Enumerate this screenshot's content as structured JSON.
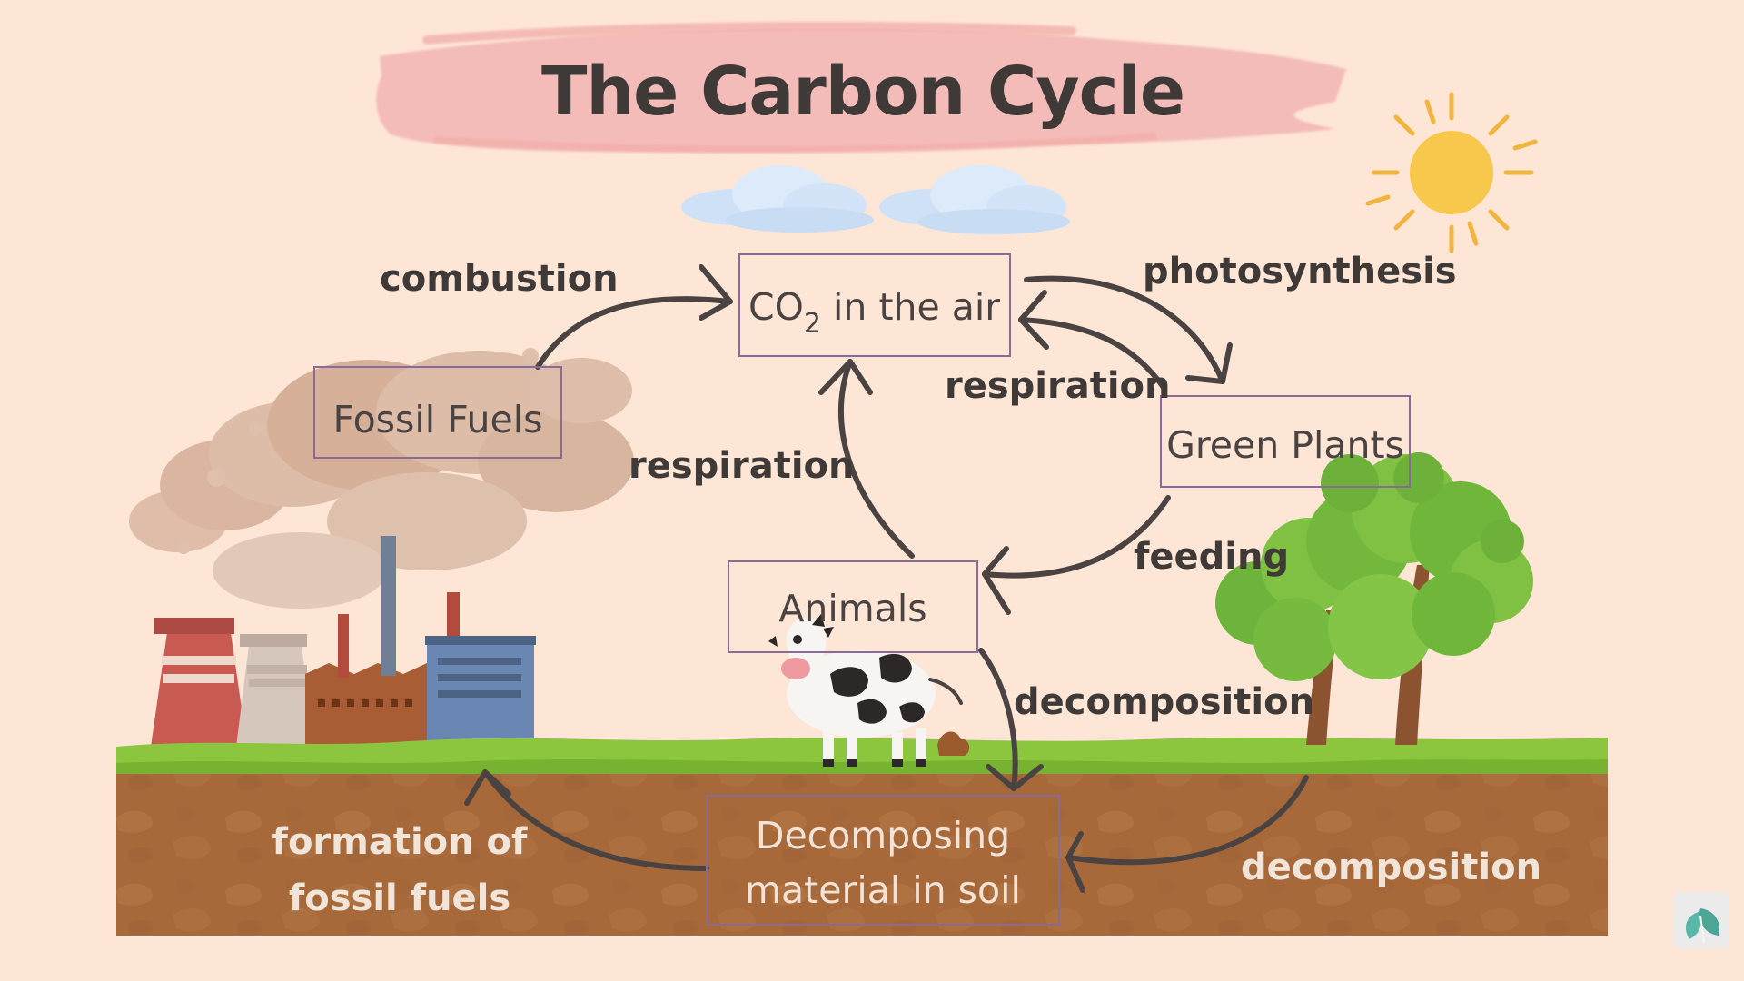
{
  "diagram": {
    "title": "The Carbon Cycle",
    "nodes": {
      "co2": {
        "prefix": "CO",
        "subscript": "2",
        "suffix": " in the air"
      },
      "fossil_fuels": {
        "label": "Fossil Fuels"
      },
      "green_plants": {
        "label": "Green Plants"
      },
      "animals": {
        "label": "Animals"
      },
      "soil_material": {
        "line1": "Decomposing",
        "line2": "material in soil"
      }
    },
    "edges": {
      "combustion": "combustion",
      "photosynthesis": "photosynthesis",
      "respiration_plants": "respiration",
      "respiration_animals": "respiration",
      "feeding": "feeding",
      "decomposition_animals": "decomposition",
      "decomposition_plants": "decomposition",
      "formation_line1": "formation of",
      "formation_line2": "fossil fuels"
    }
  },
  "colors": {
    "background": "#fde6d6",
    "title_banner": "#f4bcb8",
    "sun": "#f8c84d",
    "grass": "#8cc63f",
    "soil": "#a86a3a",
    "node_border": "#8b6a9b",
    "arrow": "#4a4341"
  },
  "icons": [
    "sun-icon",
    "cloud-icon",
    "factory-icon",
    "tree-icon",
    "cow-icon",
    "leaf-logo-icon"
  ]
}
